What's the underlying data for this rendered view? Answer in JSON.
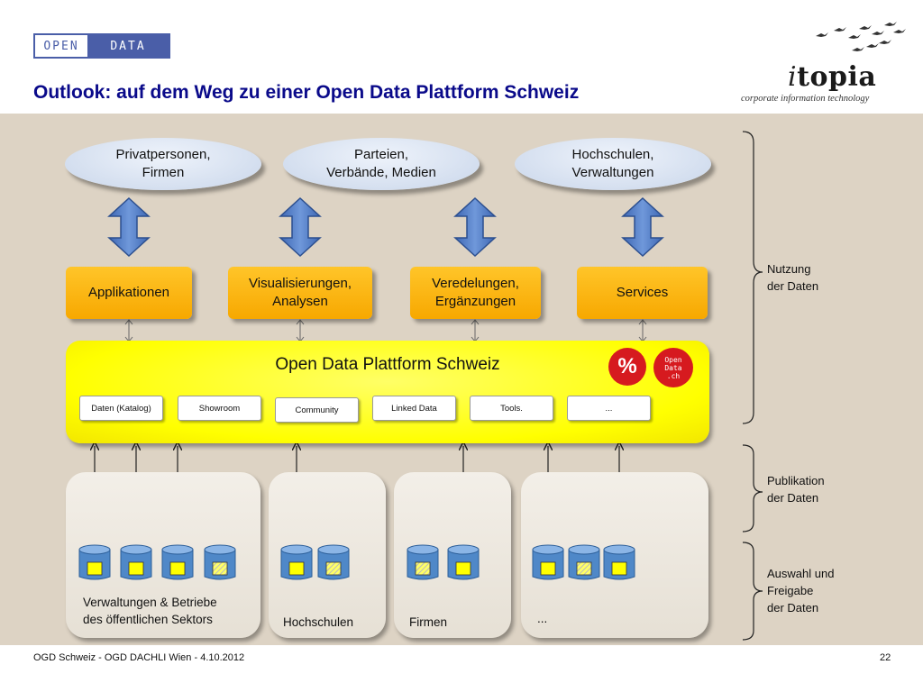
{
  "header": {
    "logo_left": "OPEN",
    "logo_right": "DATA",
    "title": "Outlook: auf dem Weg zu einer Open Data Plattform Schweiz",
    "brand_i": "i",
    "brand_rest": "topia",
    "brand_tagline": "corporate information technology"
  },
  "users": [
    "Privatpersonen,\nFirmen",
    "Parteien,\nVerbände, Medien",
    "Hochschulen,\nVerwaltungen"
  ],
  "layer": [
    "Applikationen",
    "Visualisierungen,\nAnalysen",
    "Veredelungen,\nErgänzungen",
    "Services"
  ],
  "platform": {
    "title": "Open Data Plattform Schweiz",
    "badge_percent": "%",
    "badge_opendata": "Open\nData\n.ch",
    "tabs": [
      "Daten (Katalog)",
      "Showroom",
      "Community",
      "Linked Data",
      "Tools.",
      "..."
    ]
  },
  "sources": [
    "Verwaltungen & Betriebe\ndes öffentlichen Sektors",
    "Hochschulen",
    "Firmen",
    "..."
  ],
  "braces": [
    "Nutzung\nder Daten",
    "Publikation\nder Daten",
    "Auswahl und\nFreigabe\nder Daten"
  ],
  "footer": {
    "left": "OGD Schweiz - OGD DACHLI Wien - 4.10.2012",
    "page": "22"
  },
  "colors": {
    "title": "#0a0a8a",
    "panel": "#ddd3c4",
    "arrow_blue": "#4a76c0",
    "orange": "#f7b000",
    "platform_yellow": "#ffff00",
    "db_blue": "#4f88c8",
    "db_yellow": "#ffff00",
    "badge_red": "#d61a1f"
  }
}
